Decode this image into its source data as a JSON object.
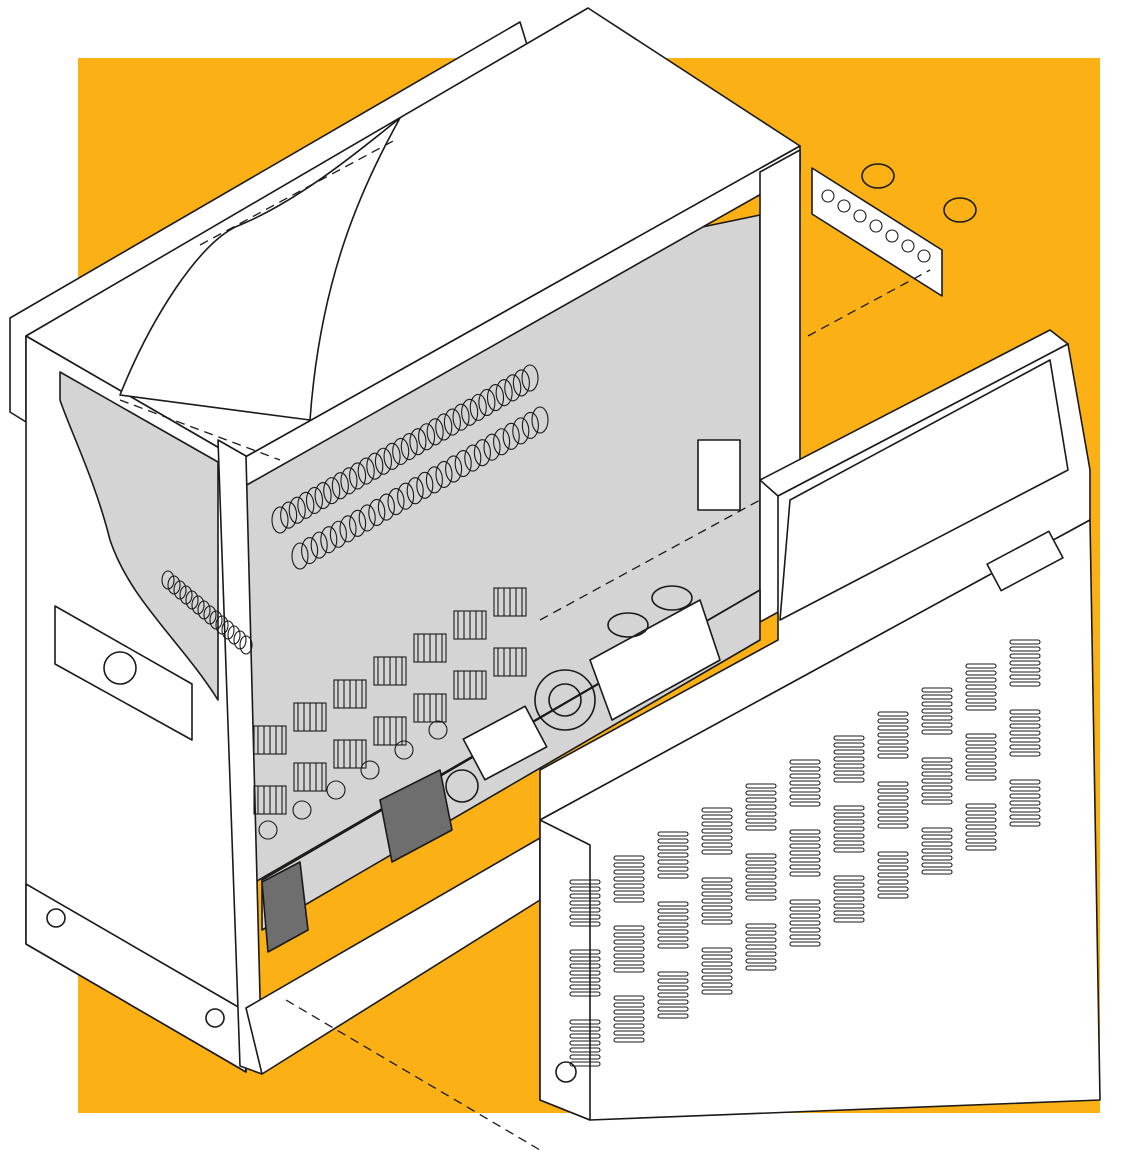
{
  "colors": {
    "backdrop": "#FBB116",
    "housing": "#FFFFFF",
    "interior_shade": "#D4D4D4",
    "dark_part": "#6E6E6E",
    "line": "#1A1A1A"
  },
  "components": {
    "main_cabinet": "cabinet-housing",
    "front_cover": "louvered-front-cover",
    "side_bracket": "terminal-block-bracket",
    "heater_coil_rows": 2,
    "fan_wheel_rows": 2,
    "front_cover_louver_columns": 11,
    "front_cover_louver_bands": 3
  }
}
